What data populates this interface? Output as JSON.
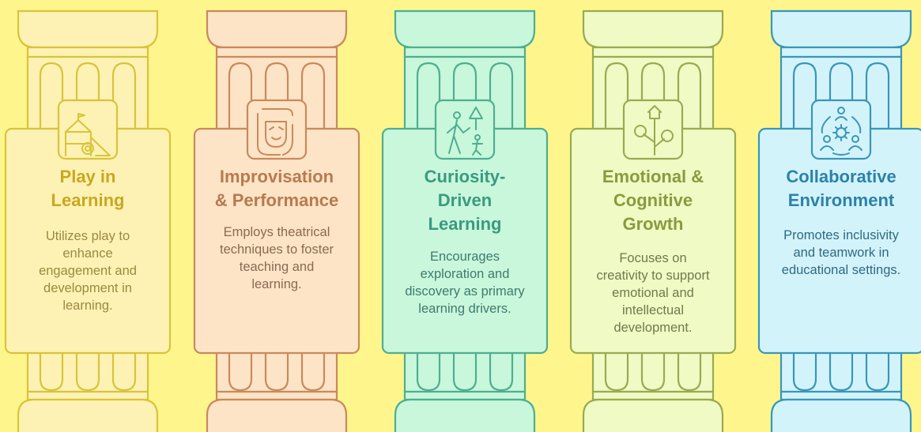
{
  "pillars": [
    {
      "title": "Play in\nLearning",
      "description": "Utilizes play to\nenhance\nengagement and\ndevelopment in\nlearning.",
      "icon": "playground-icon",
      "colors": {
        "fill": "#fdf2b4",
        "stroke": "#d8c43a",
        "title": "#c8a820",
        "text": "#9a8a40"
      }
    },
    {
      "title": "Improvisation\n& Performance",
      "description": "Employs theatrical\ntechniques to foster\nteaching and\nlearning.",
      "icon": "theater-mask-icon",
      "colors": {
        "fill": "#fde4c6",
        "stroke": "#c88a5e",
        "title": "#b87a50",
        "text": "#8a6a54"
      }
    },
    {
      "title": "Curiosity-\nDriven\nLearning",
      "description": "Encourages\nexploration and\ndiscovery as primary\nlearning drivers.",
      "icon": "explorer-icon",
      "colors": {
        "fill": "#c8f7dc",
        "stroke": "#4fae90",
        "title": "#3b9a80",
        "text": "#407a6e"
      }
    },
    {
      "title": "Emotional &\nCognitive\nGrowth",
      "description": "Focuses on\ncreativity to support\nemotional and\nintellectual\ndevelopment.",
      "icon": "growth-icon",
      "colors": {
        "fill": "#effac4",
        "stroke": "#9aaa52",
        "title": "#8a9a3e",
        "text": "#6f7a4e"
      }
    },
    {
      "title": "Collaborative\nEnvironment",
      "description": "Promotes inclusivity\nand teamwork in\neducational settings.",
      "icon": "team-collaboration-icon",
      "colors": {
        "fill": "#d3f3fb",
        "stroke": "#3a96b8",
        "title": "#2b82a8",
        "text": "#2f6a82"
      }
    }
  ]
}
